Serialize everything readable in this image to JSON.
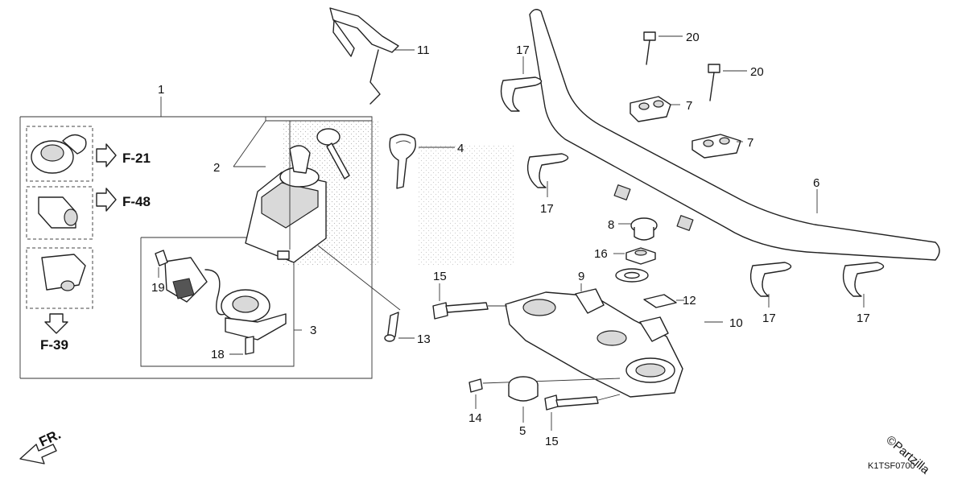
{
  "diagram": {
    "callouts": {
      "c1": "1",
      "c2": "2",
      "c3": "3",
      "c4": "4",
      "c5": "5",
      "c6": "6",
      "c7a": "7",
      "c7b": "7",
      "c8": "8",
      "c9": "9",
      "c10": "10",
      "c11": "11",
      "c12": "12",
      "c13": "13",
      "c14": "14",
      "c15a": "15",
      "c15b": "15",
      "c16": "16",
      "c17a": "17",
      "c17b": "17",
      "c17c": "17",
      "c17d": "17",
      "c18": "18",
      "c19": "19",
      "c20a": "20",
      "c20b": "20"
    },
    "references": {
      "f21": "F-21",
      "f48": "F-48",
      "f39": "F-39"
    },
    "direction": "FR.",
    "figure_code": "K1TSF0700",
    "watermark": "©Partzilla"
  }
}
